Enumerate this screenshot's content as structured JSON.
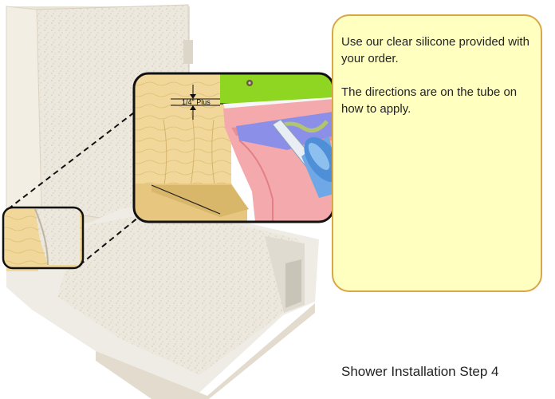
{
  "callout": {
    "line1": "Use our clear silicone provided with your order.",
    "line2": "The directions are on the tube on how to apply."
  },
  "inset": {
    "dimension_label": "1/4\" Plus"
  },
  "caption": "Shower Installation Step 4",
  "colors": {
    "callout_fill": "#ffffc0",
    "callout_border": "#d9a64a",
    "wood": "#f1d89a",
    "green_trim": "#8ed622",
    "pink_pan": "#f4a9ac",
    "caulk_tube": "#6fa8e6"
  }
}
